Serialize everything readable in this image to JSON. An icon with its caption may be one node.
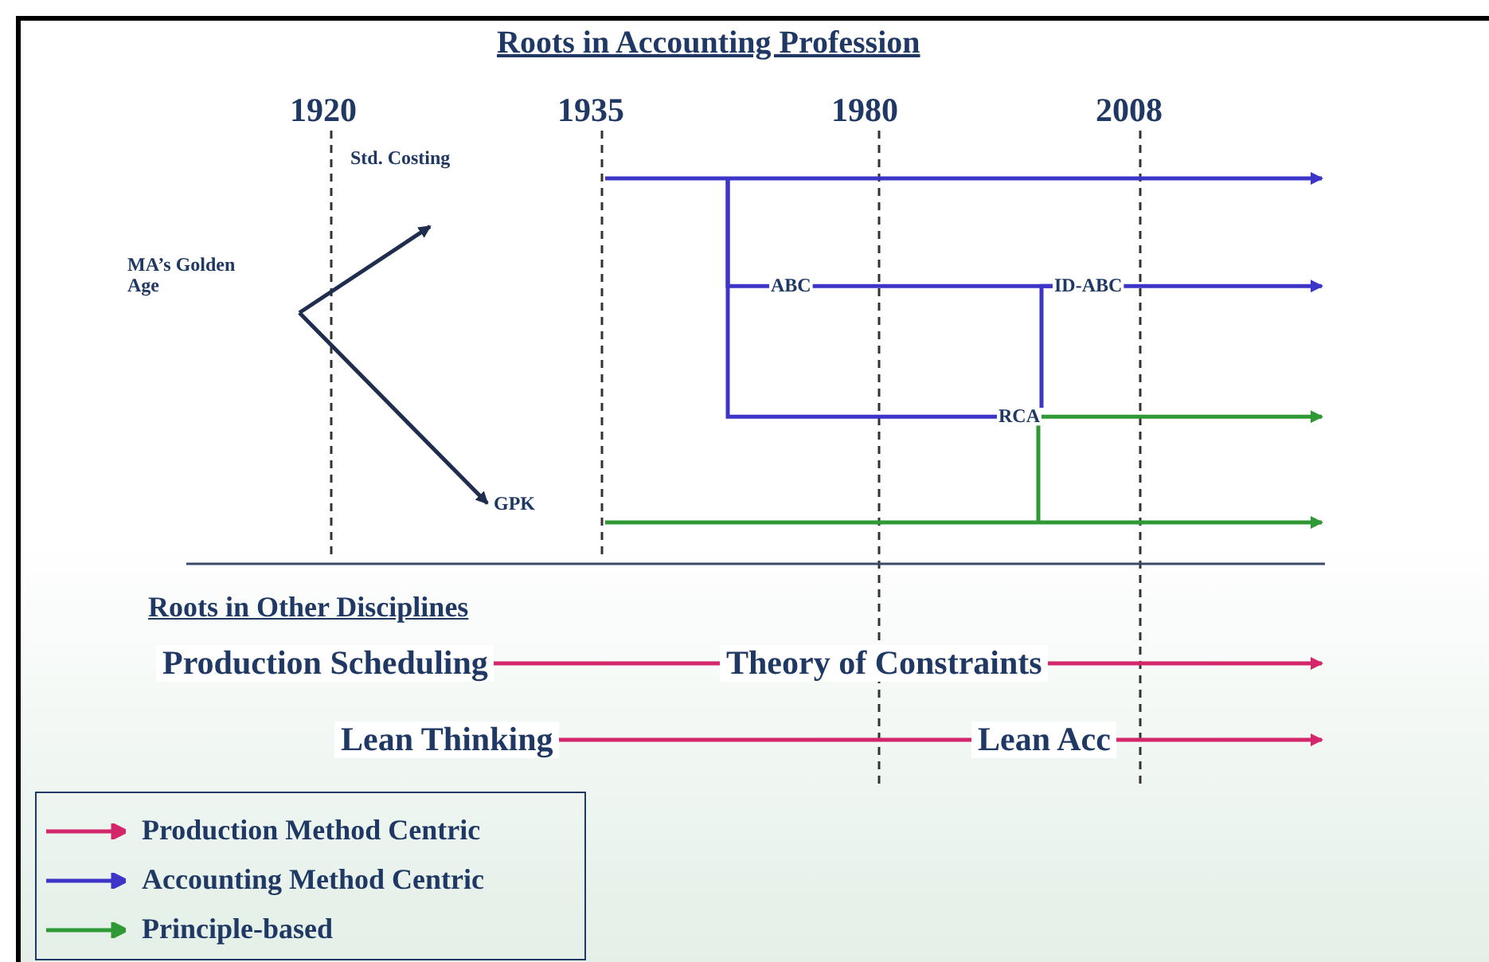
{
  "diagram": {
    "title": "Roots in Accounting Profession",
    "nodes": [
      {
        "text": [
          "MA’s Golden Age"
        ]
      },
      {
        "text": [
          "Std. Costing"
        ]
      },
      {
        "text": [
          "GPK"
        ]
      },
      {
        "text": [
          "ABC"
        ]
      },
      {
        "text": [
          "ID-ABC"
        ]
      },
      {
        "text": [
          "RCA"
        ]
      },
      {
        "text": [
          "Production Scheduling"
        ]
      },
      {
        "text": [
          "Theory of Constraints"
        ]
      },
      {
        "text": [
          "Lean Thinking"
        ]
      },
      {
        "text": [
          "Lean Acc"
        ]
      }
    ],
    "edges": [
      {
        "from": 0,
        "to": 1,
        "arrow": "to",
        "color": "#1f2d4f"
      },
      {
        "from": 0,
        "to": 2,
        "arrow": "to",
        "color": "#1f2d4f"
      },
      {
        "from": null,
        "to": 3,
        "arrow": "none"
      },
      {
        "from": null,
        "to": 5,
        "arrow": "none"
      },
      {
        "from": 3,
        "to": 4,
        "arrow": "none"
      },
      {
        "from": 4,
        "to": 5,
        "arrow": "none"
      },
      {
        "from": 4,
        "to": null,
        "arrow": "to"
      },
      {
        "from": 5,
        "to": null,
        "arrow": "to",
        "color": "#2f9a35"
      },
      {
        "from": null,
        "to": 5,
        "arrow": "none",
        "color": "#2f9a35"
      },
      {
        "from": 6,
        "to": 7,
        "arrow": "none",
        "color": "#d4266b"
      },
      {
        "from": 7,
        "to": null,
        "arrow": "to",
        "color": "#d4266b"
      },
      {
        "from": 8,
        "to": 9,
        "arrow": "none",
        "color": "#d4266b"
      },
      {
        "from": 9,
        "to": null,
        "arrow": "to",
        "color": "#d4266b"
      }
    ],
    "labels": [
      "1920",
      "1935",
      "1980",
      "2008",
      "Roots in Other Disciplines"
    ],
    "legend": [
      {
        "text": "Production Method Centric",
        "color": "#d4266b"
      },
      {
        "text": "Accounting Method Centric",
        "color": "#3c35c8"
      },
      {
        "text": "Principle-based",
        "color": "#2f9a35"
      }
    ]
  }
}
